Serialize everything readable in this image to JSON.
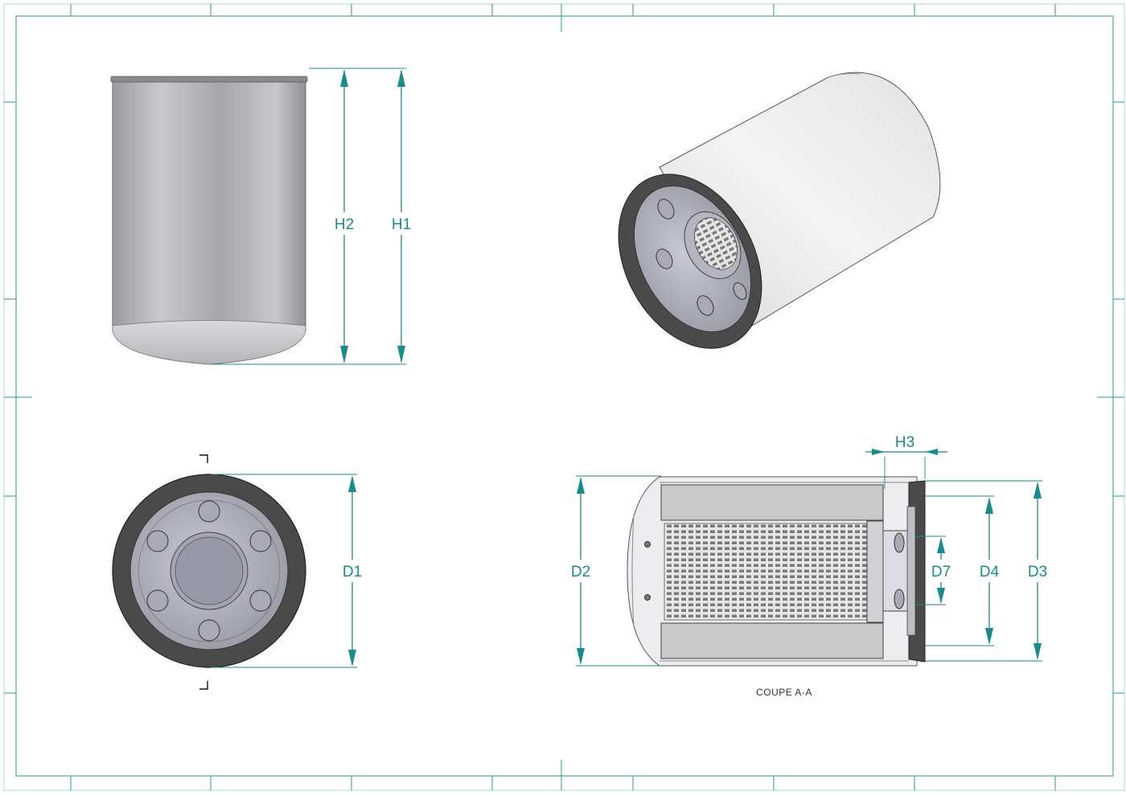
{
  "drawing": {
    "colors": {
      "frame": "#2a9a8a",
      "dimension": "#1a8a8a",
      "gasket": "#4a4a4a",
      "metal_light": "#d8d8dc",
      "metal_mid": "#a9a9ae",
      "metal_dark": "#8c8c92",
      "media": "#c9c9c9"
    },
    "dimensions": {
      "h1": "H1",
      "h2": "H2",
      "h3": "H3",
      "d1": "D1",
      "d2": "D2",
      "d3": "D3",
      "d4": "D4",
      "d7": "D7"
    },
    "section_caption": "COUPE A-A"
  }
}
